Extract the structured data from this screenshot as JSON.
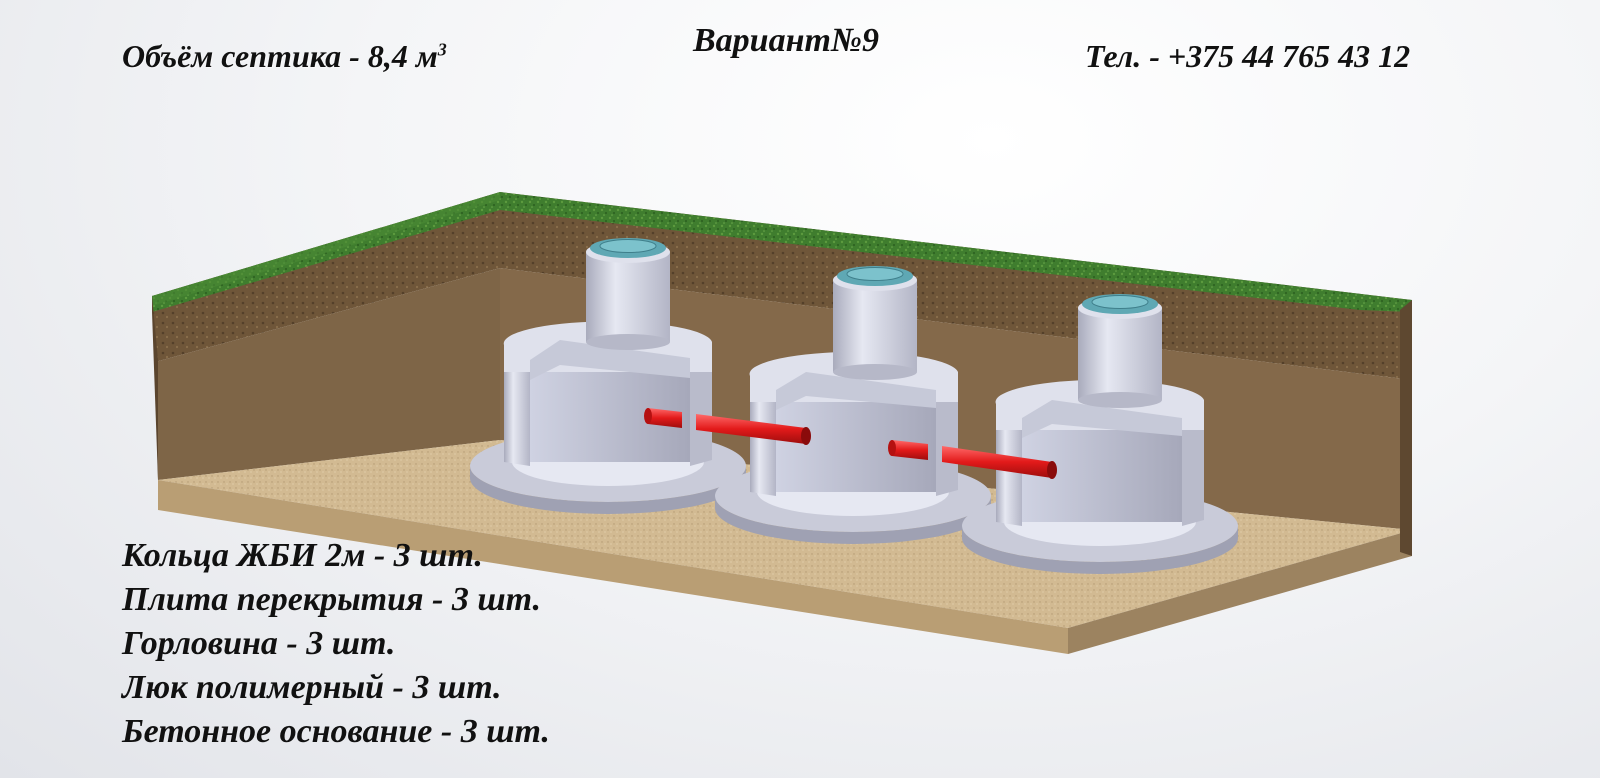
{
  "header": {
    "volume": {
      "label": "Объём септика - 8,4 м",
      "unit_sup": "3"
    },
    "variant": "Вариант№9",
    "phone": "Тел. - +375 44 765 43 12"
  },
  "materials": [
    "Кольца ЖБИ 2м - 3 шт.",
    "Плита перекрытия - 3 шт.",
    "Горловина - 3 шт.",
    "Люк полимерный - 3 шт.",
    "Бетонное основание - 3 шт."
  ],
  "colors": {
    "grass": "#3d7a2c",
    "soil": "#6b5136",
    "sand": "#cdb48c",
    "concrete": "#d7d9e5",
    "pipe": "#e21a1a",
    "hatch": "#5fa8b4"
  },
  "icons": [
    "septic-tank-icon",
    "pipe-icon",
    "hatch-icon"
  ]
}
